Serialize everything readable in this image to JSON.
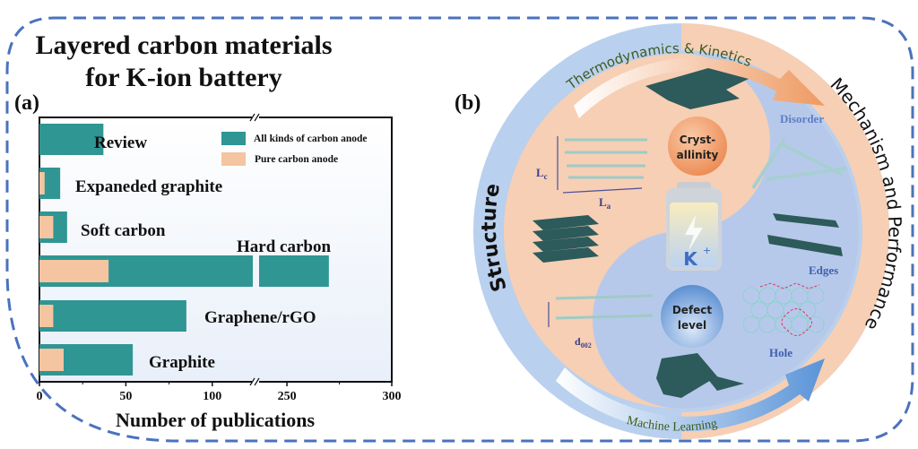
{
  "figure": {
    "title_line1": "Layered carbon materials",
    "title_line2": "for K-ion battery",
    "panel_a_label": "(a)",
    "panel_b_label": "(b)"
  },
  "chart_data": {
    "type": "bar",
    "orientation": "horizontal",
    "title": "Layered carbon materials for K-ion battery",
    "xlabel": "Number of publications",
    "ylabel": "",
    "xlim": [
      0,
      300
    ],
    "axis_break": [
      125,
      235
    ],
    "xticks": [
      0,
      50,
      100,
      250,
      300
    ],
    "xtick_labels": [
      "0",
      "50",
      "100",
      "250",
      "300"
    ],
    "minor_ticks": [
      25,
      75,
      275
    ],
    "grid": false,
    "legend_position": "top-right",
    "categories": [
      "Review",
      "Expaneded graphite",
      "Soft carbon",
      "Hard carbon",
      "Graphene/rGO",
      "Graphite"
    ],
    "series": [
      {
        "name": "All kinds of carbon anode",
        "color": "#2f9693",
        "values": [
          37,
          12,
          16,
          270,
          85,
          54
        ]
      },
      {
        "name": "Pure carbon anode",
        "color": "#f5c4a0",
        "values": [
          null,
          3,
          8,
          40,
          8,
          14
        ]
      }
    ]
  },
  "diagram": {
    "top_arc_text": "Thermodynamics & Kinetics",
    "bottom_arc_text": "Machine Learning",
    "left_arc_text": "Structure",
    "right_arc_text": "Mechanism and Performance",
    "crystallinity_line1": "Cryst-",
    "crystallinity_line2": "allinity",
    "defect_line1": "Defect",
    "defect_line2": "level",
    "battery_ion": "K",
    "battery_ion_sup": "+",
    "label_disorder": "Disorder",
    "label_edges": "Edges",
    "label_hole": "Hole",
    "label_lc": "L",
    "label_lc_sub": "c",
    "label_la": "L",
    "label_la_sub": "a",
    "label_d002": "d",
    "label_d002_sub": "002",
    "colors": {
      "outer_ring_blue": "#b9d0ee",
      "peach": "#f6cfb5",
      "inner_blue": "#b7c9ea",
      "dashed_border": "#4a72bd",
      "arc_text_green": "#3c5a1e",
      "label_blue": "#3f5fae"
    }
  }
}
